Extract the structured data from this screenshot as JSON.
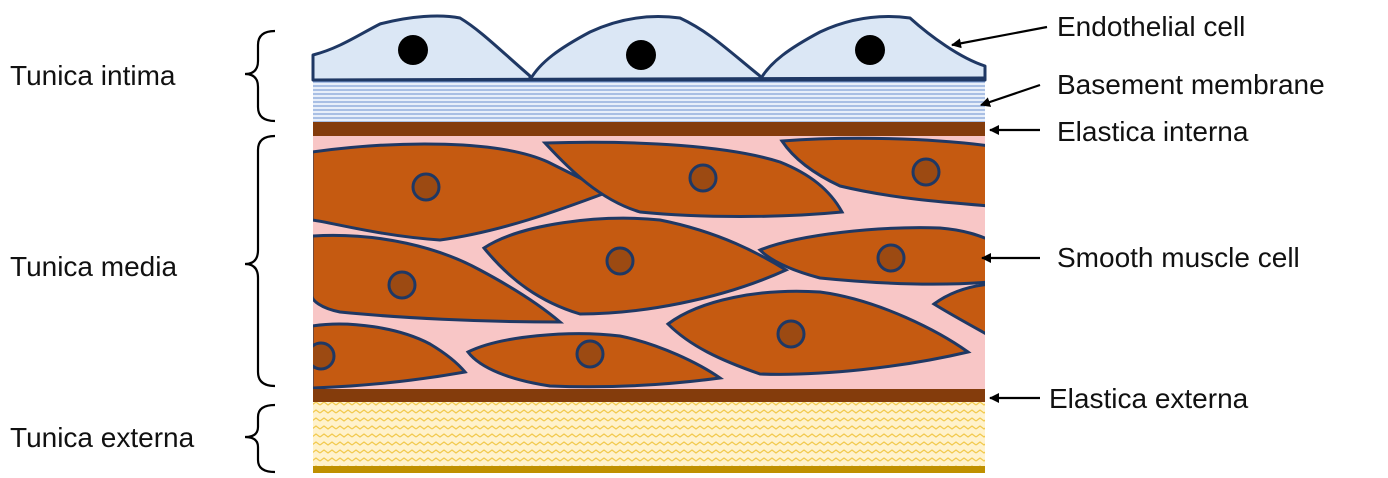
{
  "left_labels": {
    "intima": "Tunica intima",
    "media": "Tunica media",
    "externa": "Tunica externa"
  },
  "right_labels": {
    "endothelial": "Endothelial cell",
    "basement": "Basement membrane",
    "elastica_interna": "Elastica interna",
    "smooth_muscle": "Smooth muscle cell",
    "elastica_externa": "Elastica externa"
  },
  "colors": {
    "endothelium_fill": "#dbe7f5",
    "cell_outline": "#1f3864",
    "basement_stripes": "#7f9fd6",
    "elastic_band": "#843c0c",
    "media_background": "#f8c6c6",
    "muscle_cell_fill": "#c55a11",
    "muscle_nucleus": "#9c4a12",
    "externa_fill": "#fff2cc",
    "externa_pattern": "#f2c94c",
    "externa_base": "#bf9000",
    "nucleus_dark": "#000000"
  }
}
